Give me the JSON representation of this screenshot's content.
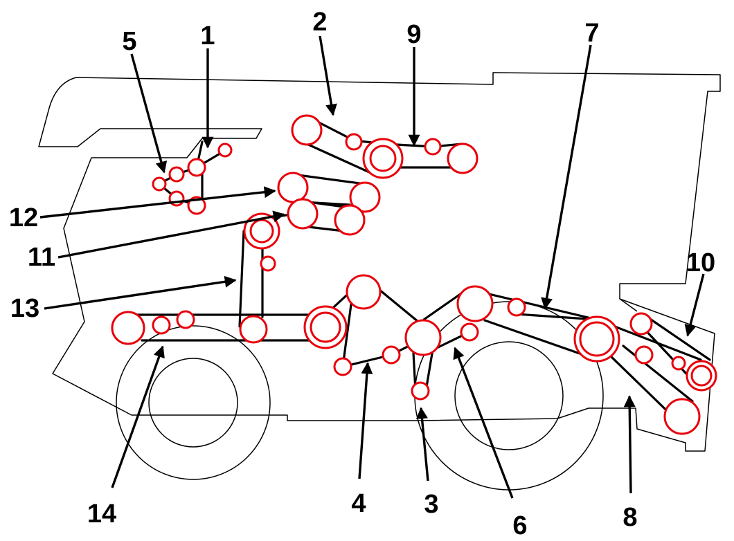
{
  "diagram": {
    "colors": {
      "outline": "#000000",
      "belt": "#000000",
      "pulley": "#e8000b",
      "background": "#ffffff"
    },
    "callouts": [
      {
        "id": "1",
        "label": "1"
      },
      {
        "id": "2",
        "label": "2"
      },
      {
        "id": "3",
        "label": "3"
      },
      {
        "id": "4",
        "label": "4"
      },
      {
        "id": "5",
        "label": "5"
      },
      {
        "id": "6",
        "label": "6"
      },
      {
        "id": "7",
        "label": "7"
      },
      {
        "id": "8",
        "label": "8"
      },
      {
        "id": "9",
        "label": "9"
      },
      {
        "id": "10",
        "label": "10"
      },
      {
        "id": "11",
        "label": "11"
      },
      {
        "id": "12",
        "label": "12"
      },
      {
        "id": "13",
        "label": "13"
      },
      {
        "id": "14",
        "label": "14"
      }
    ]
  }
}
